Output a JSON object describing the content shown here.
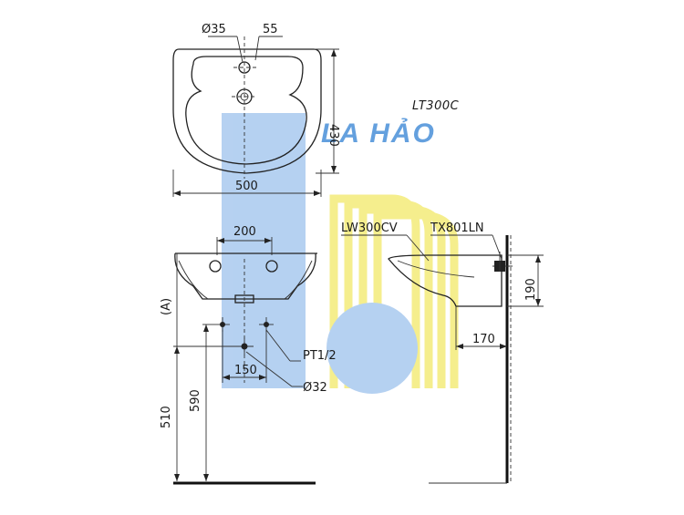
{
  "model": "LT300C",
  "watermark": "LA HẢO",
  "top_view": {
    "hole_dia": "Ø35",
    "offset": "55",
    "depth": "430",
    "width": "500"
  },
  "front_view": {
    "tap_spacing": "200",
    "height_label": "(A)",
    "pipe_spacing": "150",
    "thread": "PT1/2",
    "drain_dia": "Ø32",
    "height_510": "510",
    "height_590": "590"
  },
  "side_view": {
    "basin_model": "LW300CV",
    "bracket_model": "TX801LN",
    "height": "190",
    "depth": "170"
  },
  "colors": {
    "watermark_blue": "#4a90d9",
    "watermark_yellow": "#f4ec7a",
    "watermark_blue_fill": "#a9c9ef"
  }
}
